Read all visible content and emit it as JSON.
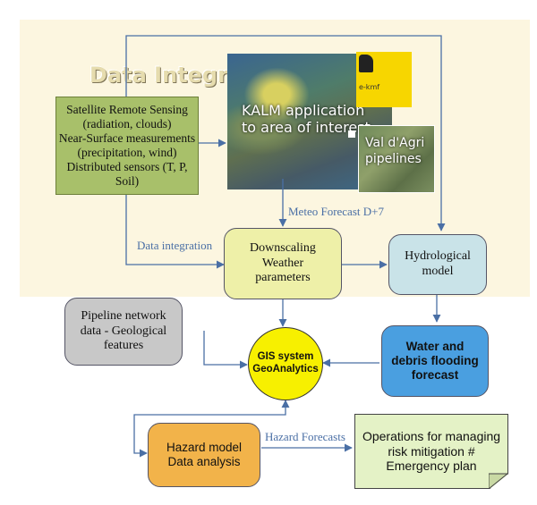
{
  "title": "Data Integration",
  "sources": {
    "satellite": "Satellite Remote Sensing",
    "satellite_detail": "(radiation, clouds)",
    "near_surface": "Near-Surface measurements",
    "near_surface_detail": "(precipitation, wind)",
    "distributed": "Distributed sensors (T, P, Soil)"
  },
  "map": {
    "caption_line1": "KALM application",
    "caption_line2": "to area of interest",
    "inset_line1": "Val d'Agri",
    "inset_line2": "pipelines",
    "logo_text": "e-kmf"
  },
  "labels": {
    "meteo": "Meteo Forecast D+7",
    "data_integration": "Data integration",
    "hazard_forecasts": "Hazard Forecasts"
  },
  "nodes": {
    "downscaling": [
      "Downscaling",
      "Weather",
      "parameters"
    ],
    "hydrological": [
      "Hydrological",
      "model"
    ],
    "pipeline": [
      "Pipeline network",
      "data - Geological",
      "features"
    ],
    "gis": [
      "GIS system",
      "GeoAnalytics"
    ],
    "water": [
      "Water and",
      "debris flooding",
      "forecast"
    ],
    "hazard": [
      "Hazard model",
      "Data analysis"
    ],
    "operations": [
      "Operations for managing",
      "risk mitigation #",
      "Emergency plan"
    ]
  },
  "colors": {
    "region_fill": "#fcf6e0",
    "sources_fill": "#a8c06a",
    "downscaling_fill": "#eef0a8",
    "hydrological_fill": "#c9e3e8",
    "pipeline_fill": "#c8c8c8",
    "gis_fill": "#f7f000",
    "water_fill": "#4a9fe0",
    "hazard_fill": "#f2b34a",
    "operations_fill": "#e4f2c6",
    "arrow": "#4a6fa5"
  }
}
